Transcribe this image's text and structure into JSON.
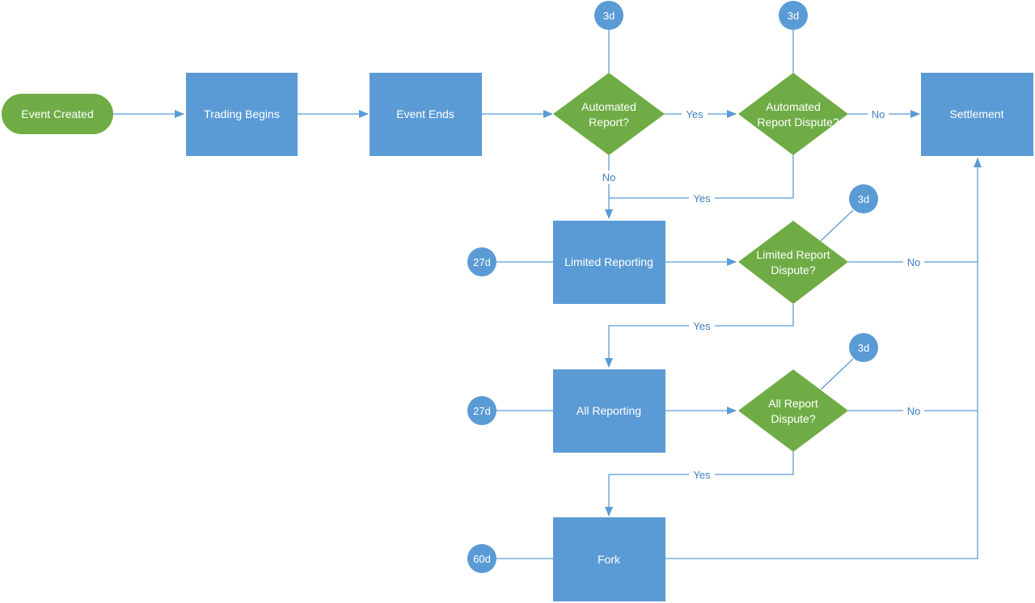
{
  "colors": {
    "process": "#5b9bd5",
    "decision": "#6fac46",
    "terminal": "#6fac46",
    "connector": "#5b9bd5",
    "text": "#ffffff",
    "edge_label": "#3f7fbf"
  },
  "nodes": {
    "event_created": "Event Created",
    "trading_begins": "Trading Begins",
    "event_ends": "Event Ends",
    "automated_report": [
      "Automated",
      "Report?"
    ],
    "automated_report_dispute": [
      "Automated",
      "Report Dispute?"
    ],
    "settlement": "Settlement",
    "limited_reporting": "Limited Reporting",
    "limited_report_dispute": [
      "Limited Report",
      "Dispute?"
    ],
    "all_reporting": "All Reporting",
    "all_report_dispute": [
      "All Report",
      "Dispute?"
    ],
    "fork": "Fork"
  },
  "timers": {
    "automated_report": "3d",
    "automated_report_dispute": "3d",
    "limited_report_dispute": "3d",
    "all_report_dispute": "3d",
    "limited_reporting": "27d",
    "all_reporting": "27d",
    "fork": "60d"
  },
  "edge_labels": {
    "automated_yes": "Yes",
    "automated_no": "No",
    "auto_dispute_no": "No",
    "auto_dispute_yes": "Yes",
    "limited_dispute_no": "No",
    "limited_dispute_yes": "Yes",
    "all_dispute_no": "No",
    "all_dispute_yes": "Yes"
  }
}
